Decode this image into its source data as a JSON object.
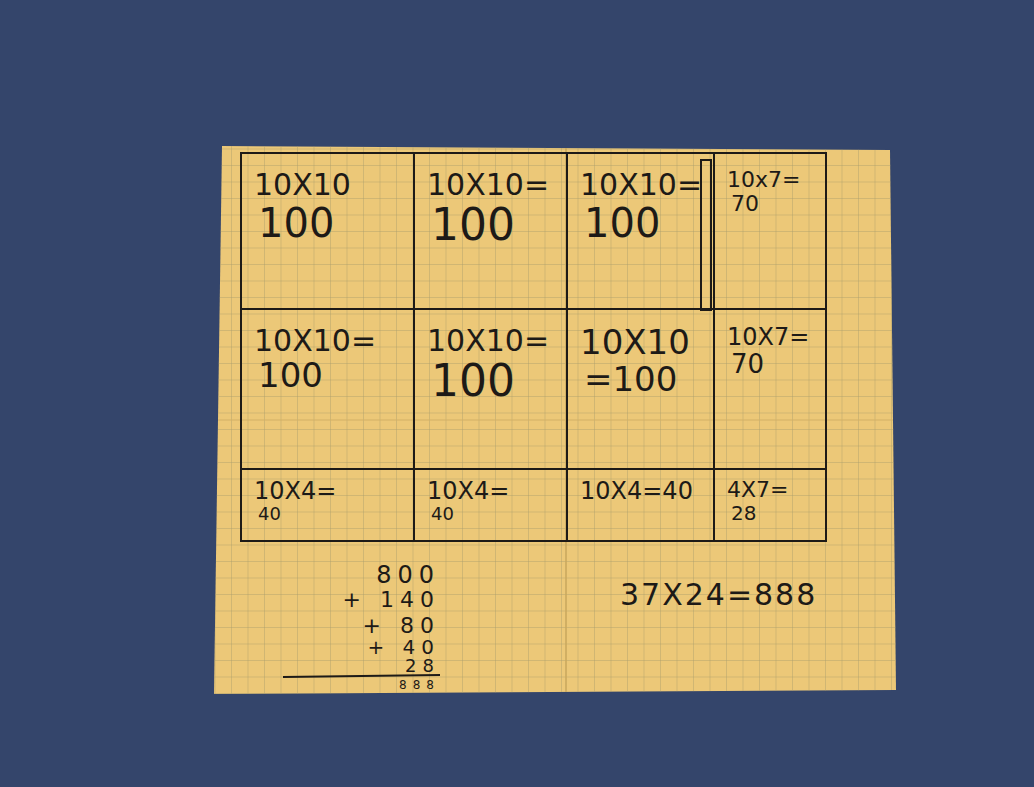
{
  "diagram": {
    "nodes": [
      {
        "text": [
          "10X10",
          "100"
        ]
      },
      {
        "text": [
          "10X10=",
          "100"
        ]
      },
      {
        "text": [
          "10X10=",
          "100"
        ]
      },
      {
        "text": [
          "10x7=",
          "70"
        ]
      },
      {
        "text": [
          "10X10=",
          "100"
        ]
      },
      {
        "text": [
          "10X10=",
          "100"
        ]
      },
      {
        "text": [
          "10X10",
          "=100"
        ]
      },
      {
        "text": [
          "10X7=",
          "70"
        ]
      },
      {
        "text": [
          "10X4=",
          "40"
        ]
      },
      {
        "text": [
          "10X4=",
          "40"
        ]
      },
      {
        "text": [
          "10X4=40"
        ]
      },
      {
        "text": [
          "4X7=",
          "28"
        ]
      }
    ],
    "labels": [
      "800",
      "+ 140",
      "+ 80",
      "+ 40",
      "28",
      "888",
      "37X24=888"
    ]
  }
}
